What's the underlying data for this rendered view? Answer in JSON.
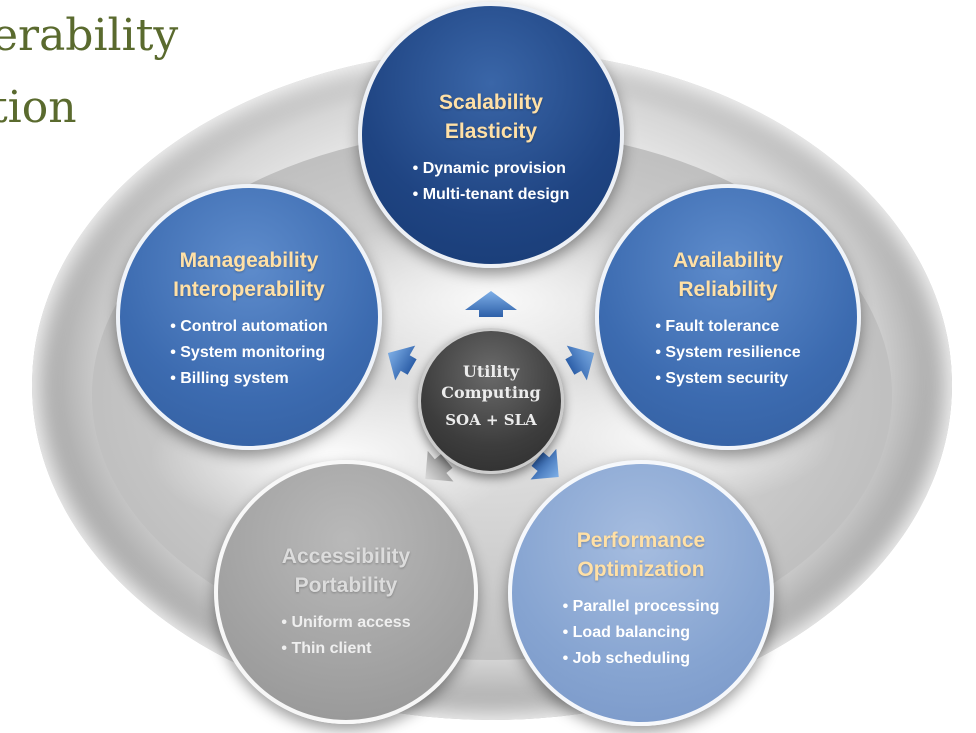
{
  "background_text": {
    "line1": "erability",
    "line2": "tion"
  },
  "center": {
    "title_line1": "Utility",
    "title_line2": "Computing",
    "subtitle": "SOA + SLA"
  },
  "circles": {
    "top": {
      "title_line1": "Scalability",
      "title_line2": "Elasticity",
      "bullets": [
        "Dynamic provision",
        "Multi-tenant design"
      ]
    },
    "left": {
      "title_line1": "Manageability",
      "title_line2": "Interoperability",
      "bullets": [
        "Control automation",
        "System monitoring",
        "Billing system"
      ]
    },
    "right": {
      "title_line1": "Availability",
      "title_line2": "Reliability",
      "bullets": [
        "Fault tolerance",
        "System resilience",
        "System security"
      ]
    },
    "bottom_left": {
      "title_line1": "Accessibility",
      "title_line2": "Portability",
      "bullets": [
        "Uniform access",
        "Thin client"
      ]
    },
    "bottom_right": {
      "title_line1": "Performance",
      "title_line2": "Optimization",
      "bullets": [
        "Parallel processing",
        "Load balancing",
        "Job scheduling"
      ]
    }
  },
  "colors": {
    "dark_blue": "#1f4482",
    "mid_blue": "#3c6bb0",
    "light_blue": "#86a4d1",
    "gray": "#a2a2a2",
    "center_dark": "#3d3d3d",
    "title_accent": "#ffe0a6",
    "background_text": "#5a6a2e"
  }
}
